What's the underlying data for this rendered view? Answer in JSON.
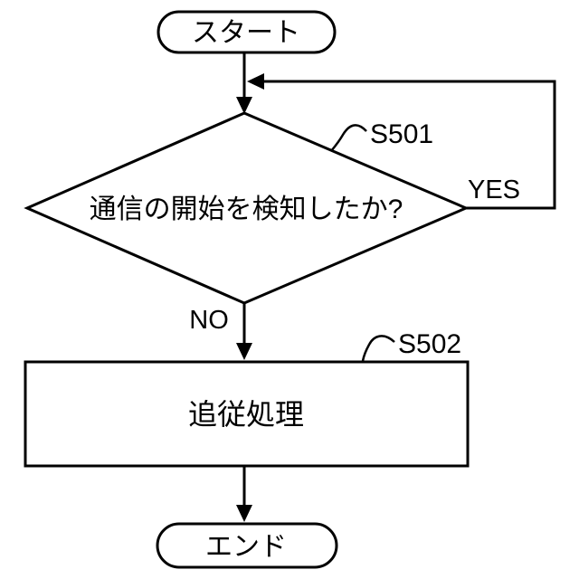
{
  "figure": {
    "colors": {
      "line": "#000000",
      "background": "#ffffff",
      "text": "#000000"
    },
    "nodes": {
      "start": {
        "label": "スタート"
      },
      "decision": {
        "label": "通信の開始を検知したか?",
        "step": "S501"
      },
      "process": {
        "label": "追従処理",
        "step": "S502"
      },
      "end": {
        "label": "エンド"
      }
    },
    "branches": {
      "yes": "YES",
      "no": "NO"
    }
  }
}
